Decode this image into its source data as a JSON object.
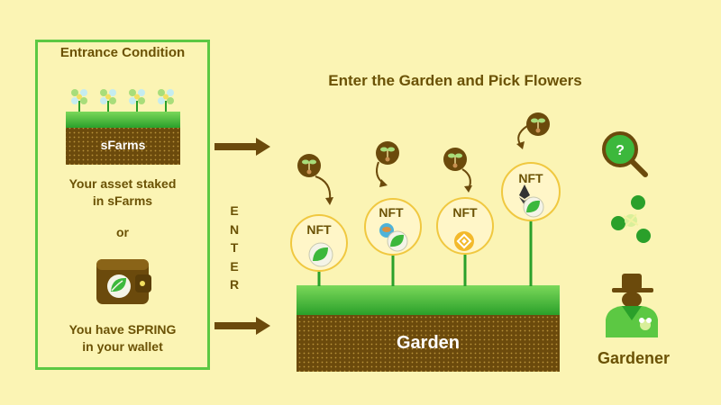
{
  "condition": {
    "title": "Entrance Condition",
    "sfarms_label": "sFarms",
    "asset_text_line1": "Your asset staked",
    "asset_text_line2": "in sFarms",
    "or_text": "or",
    "wallet_text_line1": "You have SPRING",
    "wallet_text_line2": "in your wallet"
  },
  "enter_text": [
    "E",
    "N",
    "T",
    "E",
    "R"
  ],
  "main_title": "Enter the Garden and Pick Flowers",
  "garden_label": "Garden",
  "gardener_label": "Gardener",
  "nft_flowers": [
    {
      "label": "NFT",
      "token": "leaf"
    },
    {
      "label": "NFT",
      "token": "pancake"
    },
    {
      "label": "NFT",
      "token": "bnb"
    },
    {
      "label": "NFT",
      "token": "eth"
    }
  ],
  "colors": {
    "background": "#fbf4b4",
    "green": "#5cc843",
    "dark_green": "#2aa02a",
    "soil": "#6b4a0c",
    "text": "#6b5205"
  }
}
